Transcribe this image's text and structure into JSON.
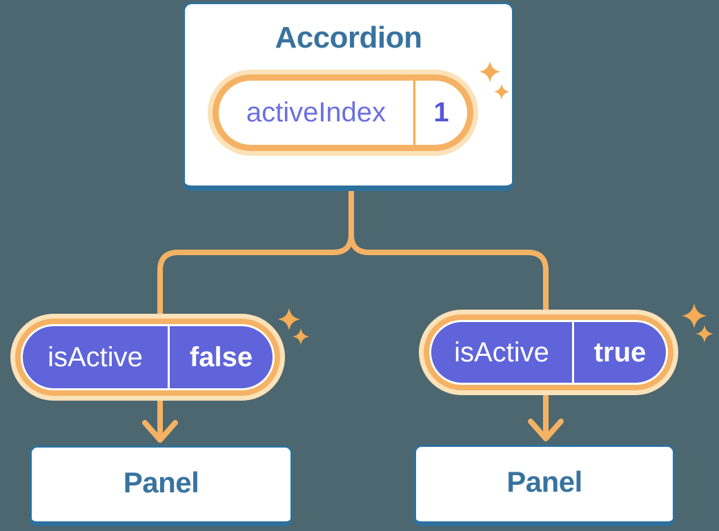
{
  "diagram": {
    "root": {
      "title": "Accordion",
      "state": {
        "name": "activeIndex",
        "value": "1"
      }
    },
    "children": [
      {
        "prop_name": "isActive",
        "prop_value": "false",
        "panel_title": "Panel"
      },
      {
        "prop_name": "isActive",
        "prop_value": "true",
        "panel_title": "Panel"
      }
    ]
  },
  "icons": {
    "sparkle": "four-point-star-sparkle"
  },
  "colors": {
    "background": "#4C6770",
    "card_border": "#2D719D",
    "heading_text": "#38739F",
    "connector_orange": "#F5B264",
    "orange_glow": "#FBE2B9",
    "pill_divider_orange": "#F2AC52",
    "prop_pill_purple": "#5F64DA",
    "state_name_text": "#6C70E0",
    "state_value_text": "#5459D4",
    "prop_text": "#FFFFFF",
    "sparkle": "#F4AD56"
  }
}
